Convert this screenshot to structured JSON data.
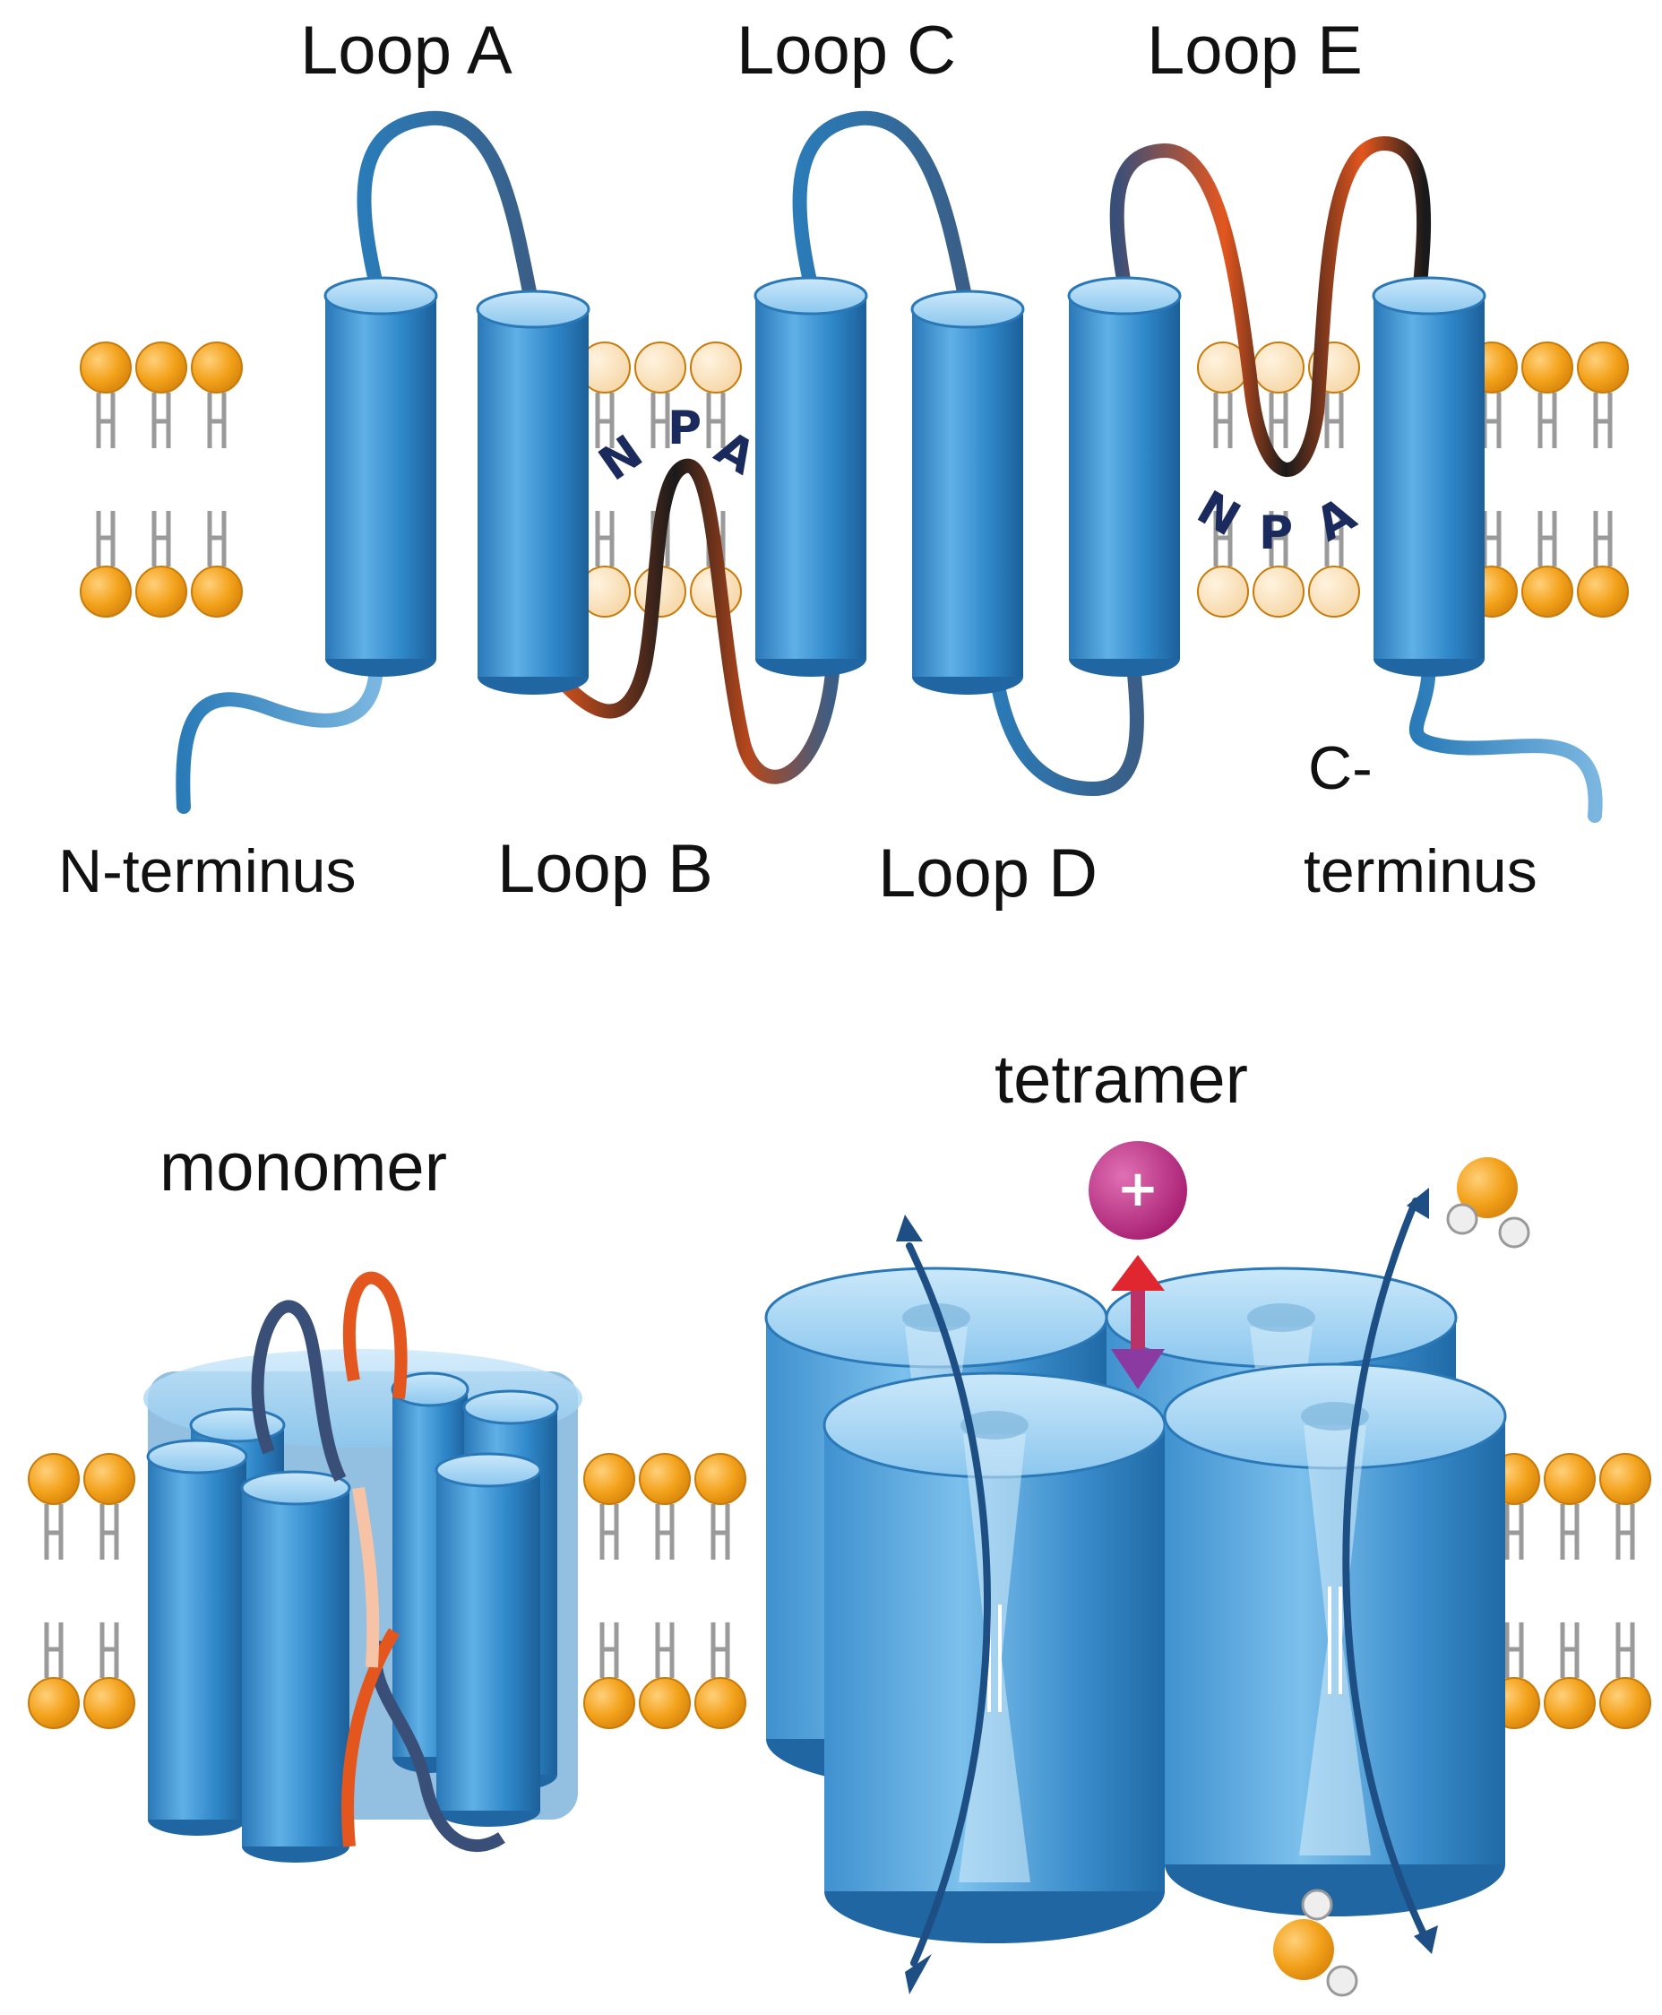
{
  "topology": {
    "loops_extracellular": [
      "Loop A",
      "Loop C",
      "Loop E"
    ],
    "loops_intracellular": [
      "Loop B",
      "Loop D"
    ],
    "n_terminus": "N-terminus",
    "c_terminus_line1": "C-",
    "c_terminus_line2": "terminus",
    "npa_motif": [
      "N",
      "P",
      "A"
    ]
  },
  "assemblies": {
    "monomer": "monomer",
    "tetramer": "tetramer",
    "cation_symbol": "+"
  },
  "colors": {
    "helix": "#2f86c6",
    "helix_dark": "#1c5e96",
    "lipid_head": "#f3a21b",
    "loop_blue": "#2a7bb8",
    "loop_orange": "#e3561e",
    "loop_dark": "#1a1a1a",
    "npa_text": "#1b2a5c",
    "cation": "#c0308a",
    "arrow_red": "#e0262f",
    "arrow_purple": "#8a3aa0",
    "water_oxygen": "#f5b31c"
  }
}
